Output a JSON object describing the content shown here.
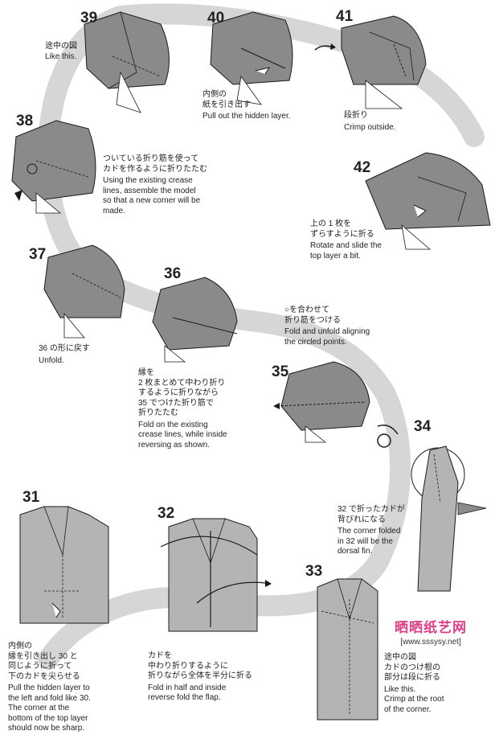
{
  "steps": {
    "s31": {
      "number": "31",
      "jp": "内側の\n縁を引き出し 30 と\n同じように折って\n下のカドを尖らせる",
      "en": "Pull the hidden layer to\nthe left and fold like 30.\nThe corner at the\nbottom of the top layer\nshould now be sharp."
    },
    "s32": {
      "number": "32",
      "jp": "カドを\n中わり折りするように\n折りながら全体を半分に折る",
      "en": "Fold in half and inside\nreverse fold the flap."
    },
    "s33": {
      "number": "33",
      "jp": "途中の図\nカドのつけ根の\n部分は段に折る",
      "en": "Like this.\nCrimp at the root\nof the corner."
    },
    "s34": {
      "number": "34",
      "jp": "32 で折ったカドが\n背びれになる",
      "en": "The corner folded\nin 32 will be the\ndorsal fin."
    },
    "s35": {
      "number": "35",
      "jp": "○を合わせて\n折り筋をつける",
      "en": "Fold and unfold aligning\nthe circled points."
    },
    "s36": {
      "number": "36",
      "jp": "縁を\n2 枚まとめて中わり折り\nするように折りながら\n35 でつけた折り筋で\n折りたたむ",
      "en": "Fold on the existing\ncrease lines, while inside\nreversing as shown."
    },
    "s37": {
      "number": "37",
      "jp": "36 の形に戻す",
      "en": "Unfold."
    },
    "s38": {
      "number": "38",
      "jp": "ついている折り筋を使って\nカドを作るように折りたたむ",
      "en": "Using the existing crease\nlines, assemble the model\nso that a new corner will be\nmade."
    },
    "s39": {
      "number": "39",
      "jp": "途中の図",
      "en": "Like this."
    },
    "s40": {
      "number": "40",
      "jp": "内側の\n紙を引き出す",
      "en": "Pull out the hidden layer."
    },
    "s41": {
      "number": "41",
      "jp": "段折り",
      "en": "Crimp outside."
    },
    "s42": {
      "number": "42",
      "jp": "上の 1 枚を\nずらすように折る",
      "en": "Rotate and slide the\ntop layer a bit."
    }
  },
  "watermark": {
    "title": "晒晒纸艺网",
    "url": "[www.sssysy.net]"
  },
  "colors": {
    "paper": "#8a8a8a",
    "paper_light": "#b4b4b4",
    "path": "#d4d4d4",
    "line": "#1a1a1a"
  }
}
